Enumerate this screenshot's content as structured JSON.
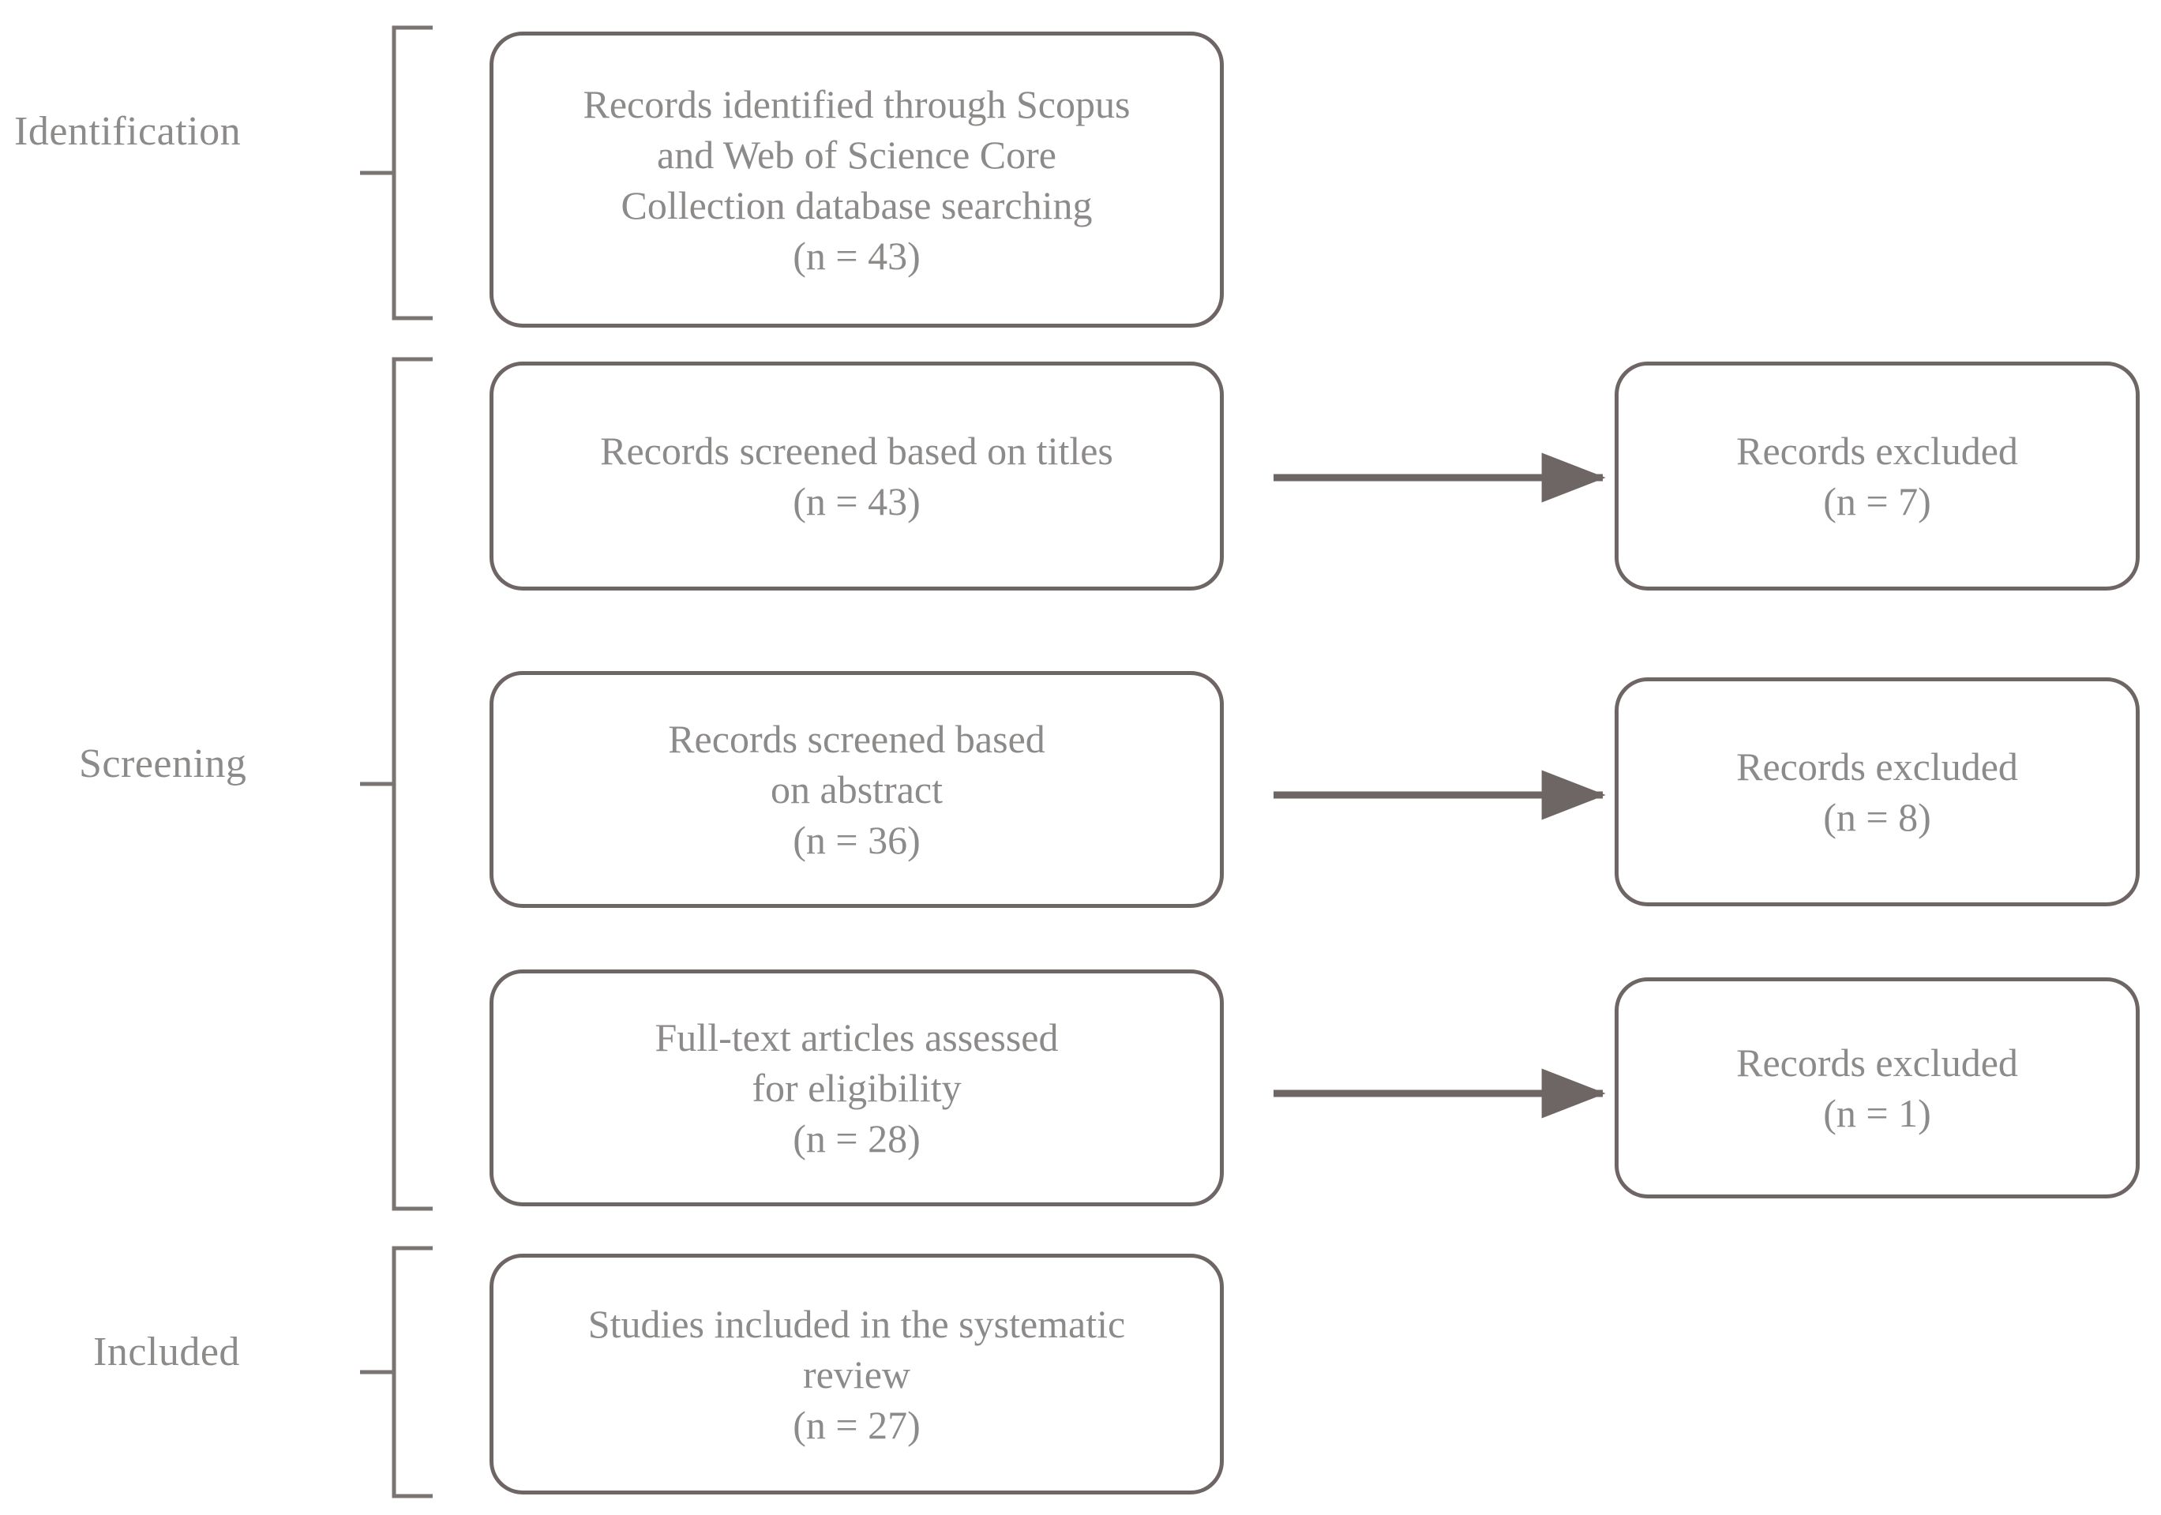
{
  "figure": {
    "type": "prisma-flow-diagram",
    "background_color": "#ffffff",
    "box_border_color": "#6e6664",
    "text_color": "#8d8b8a",
    "arrow_color": "#6e6664",
    "bracket_color": "#7a7472"
  },
  "stages": [
    {
      "id": "identification",
      "label": "Identification"
    },
    {
      "id": "screening",
      "label": "Screening"
    },
    {
      "id": "included",
      "label": "Included"
    }
  ],
  "flow_boxes": [
    {
      "id": "records-identified",
      "stage": "identification",
      "column": "main",
      "text": "Records identified through Scopus\nand Web of Science Core\nCollection database searching\n(n = 43)",
      "count": 43
    },
    {
      "id": "screened-titles",
      "stage": "screening",
      "column": "main",
      "text": "Records screened based on titles\n(n = 43)",
      "count": 43
    },
    {
      "id": "excluded-titles",
      "stage": "screening",
      "column": "excluded",
      "text": "Records excluded\n(n = 7)",
      "count": 7
    },
    {
      "id": "screened-abstract",
      "stage": "screening",
      "column": "main",
      "text": "Records screened based\non abstract\n(n = 36)",
      "count": 36
    },
    {
      "id": "excluded-abstract",
      "stage": "screening",
      "column": "excluded",
      "text": "Records excluded\n(n = 8)",
      "count": 8
    },
    {
      "id": "fulltext-assessed",
      "stage": "screening",
      "column": "main",
      "text": "Full-text articles assessed\nfor eligibility\n(n = 28)",
      "count": 28
    },
    {
      "id": "excluded-fulltext",
      "stage": "screening",
      "column": "excluded",
      "text": "Records excluded\n(n = 1)",
      "count": 1
    },
    {
      "id": "studies-included",
      "stage": "included",
      "column": "main",
      "text": "Studies included in the systematic\nreview\n(n = 27)",
      "count": 27
    }
  ],
  "arrows": [
    {
      "id": "arrow-titles-excluded",
      "from": "screened-titles",
      "to": "excluded-titles",
      "direction": "right"
    },
    {
      "id": "arrow-abstract-excluded",
      "from": "screened-abstract",
      "to": "excluded-abstract",
      "direction": "right"
    },
    {
      "id": "arrow-fulltext-excluded",
      "from": "fulltext-assessed",
      "to": "excluded-fulltext",
      "direction": "right"
    }
  ]
}
